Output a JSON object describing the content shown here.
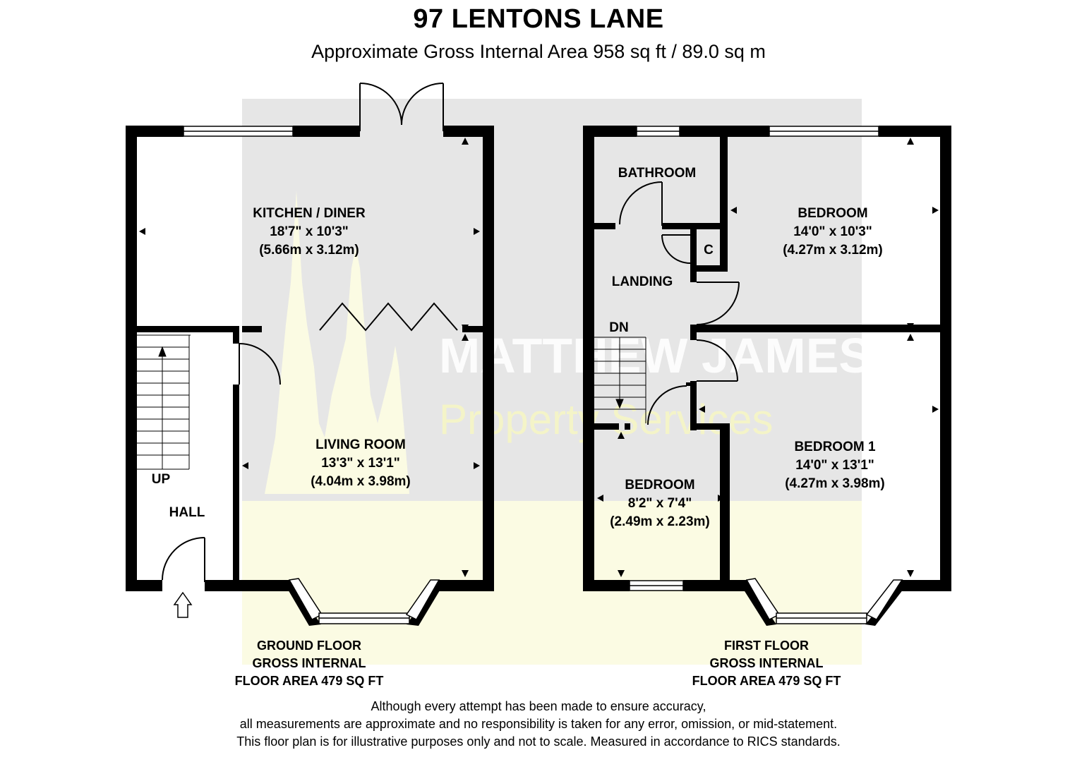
{
  "header": {
    "title": "97 LENTONS LANE",
    "subtitle": "Approximate Gross Internal Area 958 sq ft / 89.0 sq m"
  },
  "watermark": {
    "line1": "MATTHEW JAMES",
    "line2": "Property Services"
  },
  "ground_floor": {
    "kitchen": {
      "name": "KITCHEN / DINER",
      "imperial": "18'7\" x 10'3\"",
      "metric": "(5.66m x 3.12m)"
    },
    "living": {
      "name": "LIVING ROOM",
      "imperial": "13'3\" x 13'1\"",
      "metric": "(4.04m x 3.98m)"
    },
    "hall": {
      "name": "HALL"
    },
    "stairs": {
      "label": "UP"
    },
    "note": [
      "GROUND FLOOR",
      "GROSS INTERNAL",
      "FLOOR AREA 479 SQ FT"
    ]
  },
  "first_floor": {
    "bathroom": {
      "name": "BATHROOM"
    },
    "cupboard": {
      "name": "C"
    },
    "landing": {
      "name": "LANDING"
    },
    "stairs": {
      "label": "DN"
    },
    "bedroom_rear": {
      "name": "BEDROOM",
      "imperial": "14'0\" x 10'3\"",
      "metric": "(4.27m x 3.12m)"
    },
    "bedroom_1": {
      "name": "BEDROOM 1",
      "imperial": "14'0\" x 13'1\"",
      "metric": "(4.27m x 3.98m)"
    },
    "bedroom_small": {
      "name": "BEDROOM",
      "imperial": "8'2\" x 7'4\"",
      "metric": "(2.49m x 2.23m)"
    },
    "note": [
      "FIRST FLOOR",
      "GROSS INTERNAL",
      "FLOOR AREA 479 SQ FT"
    ]
  },
  "disclaimer": [
    "Although every attempt has been made to ensure accuracy,",
    "all measurements are approximate and no responsibility is taken for any error, omission, or mid-statement.",
    "This floor plan is for illustrative purposes only and not to scale. Measured in accordance to RICS standards."
  ],
  "colors": {
    "wall": "#000000",
    "watermark_gray": "#e6e6e6",
    "watermark_yellow": "#fbfbe3"
  }
}
